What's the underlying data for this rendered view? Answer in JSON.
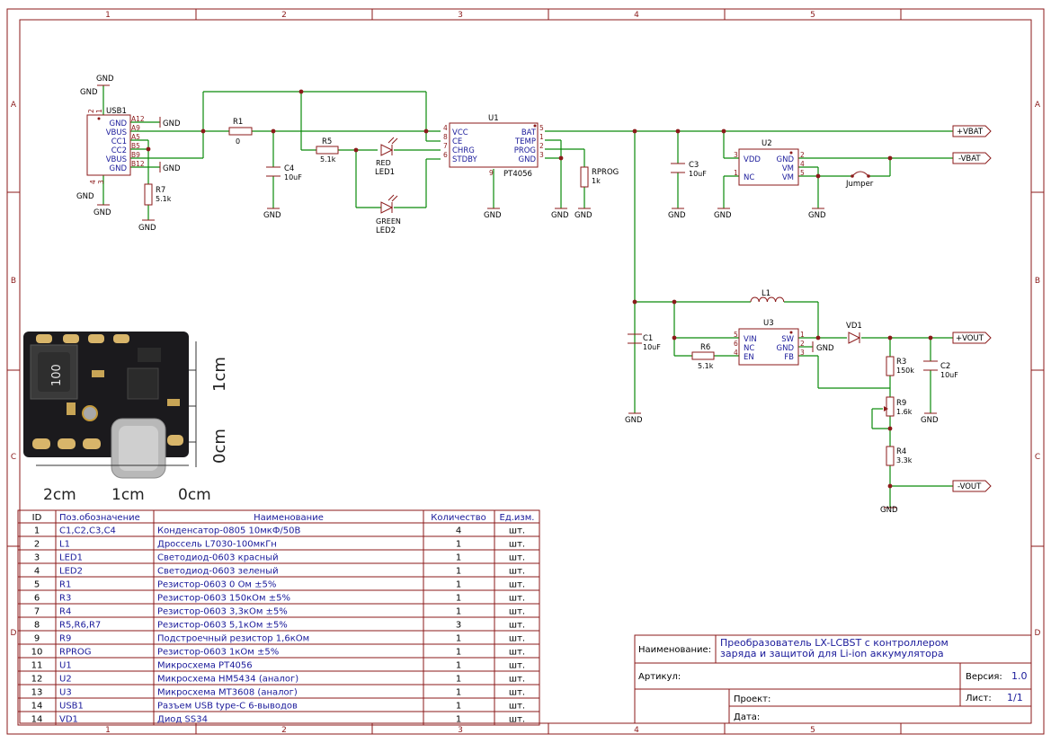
{
  "frame": {
    "columns": [
      "1",
      "2",
      "3",
      "4",
      "5"
    ],
    "rows": [
      "A",
      "B",
      "C",
      "D"
    ]
  },
  "components": {
    "usb1": {
      "ref": "USB1",
      "pins": [
        "A12",
        "GND",
        "A9",
        "VBUS",
        "A5",
        "CC1",
        "B5",
        "CC2",
        "B9",
        "VBUS",
        "B12",
        "GND"
      ],
      "side_pins": [
        "2",
        "1",
        "4",
        "3"
      ]
    },
    "r1": {
      "ref": "R1",
      "value": "0"
    },
    "r5": {
      "ref": "R5",
      "value": "5.1k"
    },
    "r7": {
      "ref": "R7",
      "value": "5.1k"
    },
    "c4": {
      "ref": "C4",
      "value": "10uF"
    },
    "led1": {
      "ref": "LED1",
      "value": "RED"
    },
    "led2": {
      "ref": "LED2",
      "value": "GREEN"
    },
    "u1": {
      "ref": "U1",
      "part": "PT4056",
      "left_pins": [
        "VCC",
        "CE",
        "CHRG",
        "STDBY"
      ],
      "left_nums": [
        "4",
        "8",
        "7",
        "6"
      ],
      "right_pins": [
        "BAT",
        "TEMP",
        "PROG",
        "GND"
      ],
      "right_nums": [
        "5",
        "1",
        "2",
        "3"
      ],
      "bottom_num": "9"
    },
    "rprog": {
      "ref": "RPROG",
      "value": "1k"
    },
    "c3": {
      "ref": "C3",
      "value": "10uF"
    },
    "u2": {
      "ref": "U2",
      "pins": [
        "VDD",
        "NC",
        "GND",
        "VM",
        "VM"
      ],
      "nums": [
        "3",
        "1",
        "2",
        "4",
        "5"
      ]
    },
    "jumper": {
      "ref": "Jumper"
    },
    "l1": {
      "ref": "L1"
    },
    "c1": {
      "ref": "C1",
      "value": "10uF"
    },
    "r6": {
      "ref": "R6",
      "value": "5.1k"
    },
    "u3": {
      "ref": "U3",
      "pins": [
        "VIN",
        "NC",
        "EN",
        "SW",
        "GND",
        "FB"
      ],
      "nums": [
        "5",
        "6",
        "4",
        "1",
        "2",
        "3"
      ]
    },
    "vd1": {
      "ref": "VD1"
    },
    "r3": {
      "ref": "R3",
      "value": "150k"
    },
    "r9": {
      "ref": "R9",
      "value": "1.6k"
    },
    "r4": {
      "ref": "R4",
      "value": "3.3k"
    },
    "c2": {
      "ref": "C2",
      "value": "10uF"
    }
  },
  "gnd_label": "GND",
  "ports": {
    "vbat_pos": "+VBAT",
    "vbat_neg": "-VBAT",
    "vout_pos": "+VOUT",
    "vout_neg": "-VOUT"
  },
  "photo": {
    "scale_labels": [
      "1cm",
      "0cm"
    ],
    "bottom_labels": [
      "2cm",
      "1cm",
      "0cm"
    ],
    "choke_marking": "100"
  },
  "bom": {
    "headers": [
      "ID",
      "Поз.обозначение",
      "Наименование",
      "Количество",
      "Ед.изм."
    ],
    "rows": [
      [
        "1",
        "C1,C2,C3,C4",
        "Конденсатор-0805 10мкФ/50В",
        "4",
        "шт."
      ],
      [
        "2",
        "L1",
        "Дроссель L7030-100мкГн",
        "1",
        "шт."
      ],
      [
        "3",
        "LED1",
        "Светодиод-0603 красный",
        "1",
        "шт."
      ],
      [
        "4",
        "LED2",
        "Светодиод-0603 зеленый",
        "1",
        "шт."
      ],
      [
        "5",
        "R1",
        "Резистор-0603 0 Ом ±5%",
        "1",
        "шт."
      ],
      [
        "6",
        "R3",
        "Резистор-0603 150кОм ±5%",
        "1",
        "шт."
      ],
      [
        "7",
        "R4",
        "Резистор-0603 3,3кОм ±5%",
        "1",
        "шт."
      ],
      [
        "8",
        "R5,R6,R7",
        "Резистор-0603 5,1кОм ±5%",
        "3",
        "шт."
      ],
      [
        "9",
        "R9",
        "Подстроечный резистор 1,6кОм",
        "1",
        "шт."
      ],
      [
        "10",
        "RPROG",
        "Резистор-0603 1кОм ±5%",
        "1",
        "шт."
      ],
      [
        "11",
        "U1",
        "Микросхема PT4056",
        "1",
        "шт."
      ],
      [
        "12",
        "U2",
        "Микросхема HM5434 (аналог)",
        "1",
        "шт."
      ],
      [
        "13",
        "U3",
        "Микросхема MT3608 (аналог)",
        "1",
        "шт."
      ],
      [
        "14",
        "USB1",
        "Разъем USB type-C 6-выводов",
        "1",
        "шт."
      ],
      [
        "14",
        "VD1",
        "Диод SS34",
        "1",
        "шт."
      ]
    ]
  },
  "title_block": {
    "name_label": "Наименование:",
    "name_value": [
      "Преобразователь LX-LCBST с контроллером",
      "заряда и защитой для Li-ion аккумулятора"
    ],
    "article_label": "Артикул:",
    "version_label": "Версия:",
    "version_value": "1.0",
    "project_label": "Проект:",
    "sheet_label": "Лист:",
    "sheet_value": "1/1",
    "date_label": "Дата:"
  },
  "colors": {
    "frame": "#8b1a1a",
    "wire": "#0a8a0a",
    "pin_text": "#1a1a9a"
  }
}
